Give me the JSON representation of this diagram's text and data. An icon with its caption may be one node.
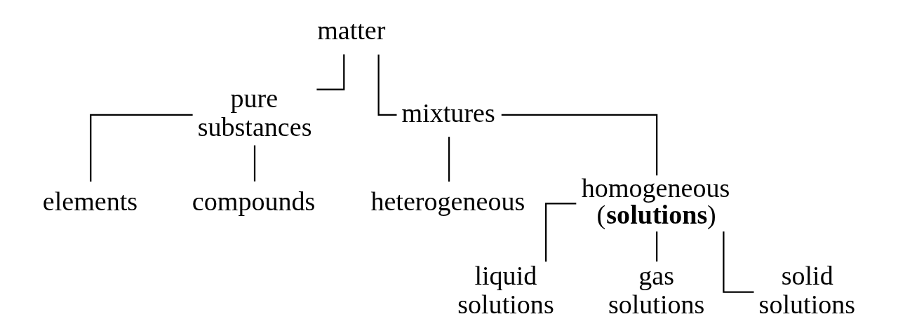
{
  "diagram": {
    "nodes": [
      {
        "text": [
          "matter"
        ]
      },
      {
        "text": [
          "pure substances"
        ]
      },
      {
        "text": [
          "mixtures"
        ]
      },
      {
        "text": [
          "elements"
        ]
      },
      {
        "text": [
          "compounds"
        ]
      },
      {
        "text": [
          "heterogeneous"
        ]
      },
      {
        "text": [
          "homogeneous (**solutions**)"
        ]
      },
      {
        "text": [
          "liquid solutions"
        ]
      },
      {
        "text": [
          "gas solutions"
        ]
      },
      {
        "text": [
          "solid solutions"
        ]
      }
    ],
    "edges": [
      {
        "from": 0,
        "to": 1,
        "arrow": "none"
      },
      {
        "from": 0,
        "to": 2,
        "arrow": "none"
      },
      {
        "from": 1,
        "to": 3,
        "arrow": "none"
      },
      {
        "from": 1,
        "to": 4,
        "arrow": "none"
      },
      {
        "from": 2,
        "to": 5,
        "arrow": "none"
      },
      {
        "from": 2,
        "to": 6,
        "arrow": "none"
      },
      {
        "from": 6,
        "to": 7,
        "arrow": "none"
      },
      {
        "from": 6,
        "to": 8,
        "arrow": "none"
      },
      {
        "from": 6,
        "to": 9,
        "arrow": "none"
      }
    ]
  }
}
